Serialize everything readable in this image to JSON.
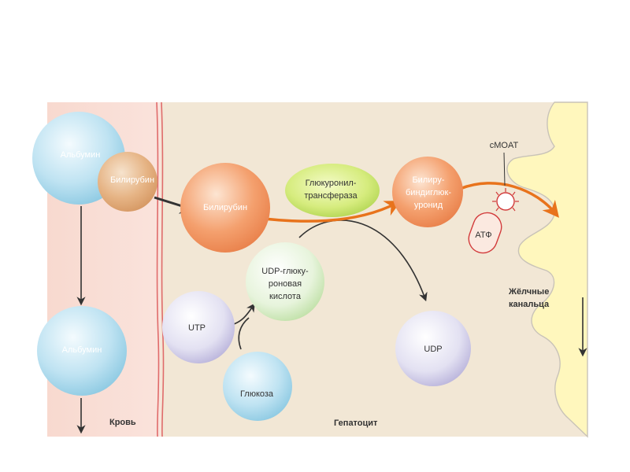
{
  "regions": {
    "blood": "Кровь",
    "hepatocyte": "Гепатоцит",
    "bile_canaliculi": [
      "Жёлчные",
      "канальца"
    ]
  },
  "nodes": {
    "albumin_top": "Альбумин",
    "bilirubin_blood": "Билирубин",
    "albumin_bottom": "Альбумин",
    "bilirubin_cell": "Билирубин",
    "enzyme": [
      "Глюкуронил-",
      "трансфераза"
    ],
    "bilirubin_diglucuronide": [
      "Билиру-",
      "биндиглюк-",
      "уронид"
    ],
    "udp_glucuronic_acid": [
      "UDP-глюку-",
      "роновая",
      "кислота"
    ],
    "utp": "UTP",
    "glucose": "Глюкоза",
    "udp": "UDP",
    "transporter": "cMOAT",
    "atp": "АТФ"
  },
  "colors": {
    "blood_bg": "#f9ded7",
    "cell_bg": "#f2e7d5",
    "canal_fill": "#fff7bd",
    "orange_arrow": "#e8731c",
    "dark_arrow": "#333333",
    "membrane": "#e06b6b"
  }
}
